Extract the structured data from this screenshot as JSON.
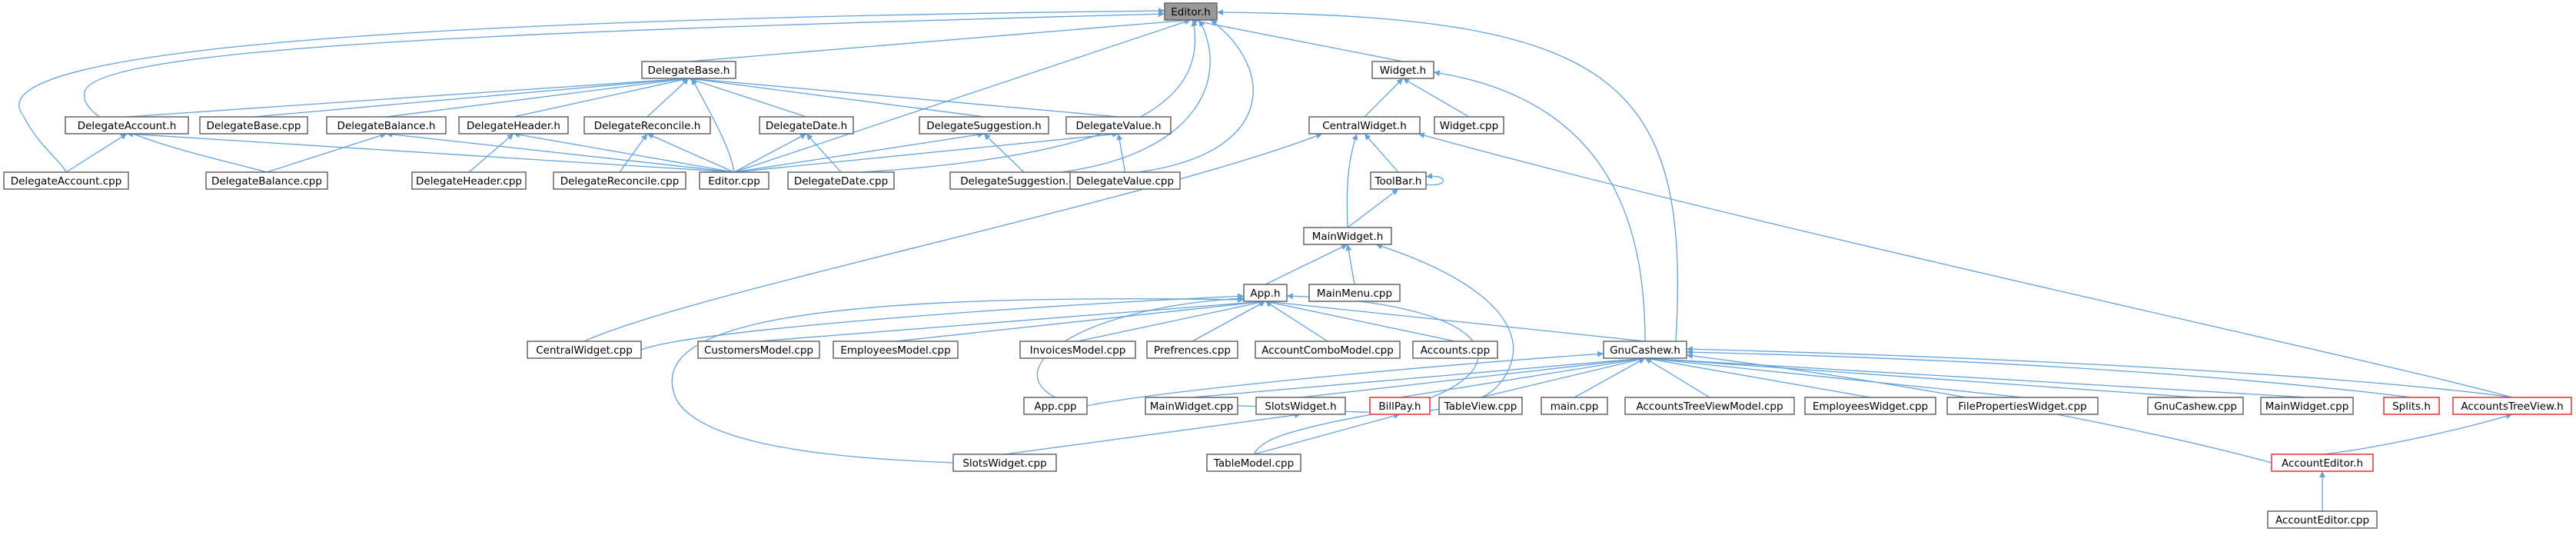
{
  "colors": {
    "edge": "#63a3df",
    "node_border": "#666666",
    "node_fill": "#ffffff",
    "node_text": "#000000",
    "root_fill": "#999999",
    "root_border": "#666666",
    "red_border": "#e03535"
  },
  "diagram": {
    "nodes": [
      {
        "id": "editor_h",
        "label": "Editor.h",
        "style": "root"
      },
      {
        "id": "delegatebase_h",
        "label": "DelegateBase.h"
      },
      {
        "id": "widget_h",
        "label": "Widget.h"
      },
      {
        "id": "delegateaccount_h",
        "label": "DelegateAccount.h"
      },
      {
        "id": "delegatebase_cpp",
        "label": "DelegateBase.cpp"
      },
      {
        "id": "delegatebalance_h",
        "label": "DelegateBalance.h"
      },
      {
        "id": "delegateheader_h",
        "label": "DelegateHeader.h"
      },
      {
        "id": "delegatereconcile_h",
        "label": "DelegateReconcile.h"
      },
      {
        "id": "delegatedate_h",
        "label": "DelegateDate.h"
      },
      {
        "id": "delegatesuggestion_h",
        "label": "DelegateSuggestion.h"
      },
      {
        "id": "delegatevalue_h",
        "label": "DelegateValue.h"
      },
      {
        "id": "centralwidget_h",
        "label": "CentralWidget.h"
      },
      {
        "id": "widget_cpp",
        "label": "Widget.cpp"
      },
      {
        "id": "delegateaccount_cpp",
        "label": "DelegateAccount.cpp"
      },
      {
        "id": "delegatebalance_cpp",
        "label": "DelegateBalance.cpp"
      },
      {
        "id": "delegateheader_cpp",
        "label": "DelegateHeader.cpp"
      },
      {
        "id": "delegatereconcile_cpp",
        "label": "DelegateReconcile.cpp"
      },
      {
        "id": "editor_cpp",
        "label": "Editor.cpp"
      },
      {
        "id": "delegatedate_cpp",
        "label": "DelegateDate.cpp"
      },
      {
        "id": "delegatesuggestion_cpp",
        "label": "DelegateSuggestion.cpp"
      },
      {
        "id": "delegatevalue_cpp",
        "label": "DelegateValue.cpp"
      },
      {
        "id": "toolbar_h",
        "label": "ToolBar.h"
      },
      {
        "id": "mainwidget_h",
        "label": "MainWidget.h"
      },
      {
        "id": "app_h",
        "label": "App.h"
      },
      {
        "id": "mainmenu_cpp",
        "label": "MainMenu.cpp"
      },
      {
        "id": "centralwidget_cpp",
        "label": "CentralWidget.cpp"
      },
      {
        "id": "customersmodel_cpp",
        "label": "CustomersModel.cpp"
      },
      {
        "id": "employeesmodel_cpp",
        "label": "EmployeesModel.cpp"
      },
      {
        "id": "invoicesmodel_cpp",
        "label": "InvoicesModel.cpp"
      },
      {
        "id": "prefrences_cpp",
        "label": "Prefrences.cpp"
      },
      {
        "id": "accountcombomodel_cpp",
        "label": "AccountComboModel.cpp"
      },
      {
        "id": "accounts_cpp",
        "label": "Accounts.cpp"
      },
      {
        "id": "gnucashew_h",
        "label": "GnuCashew.h"
      },
      {
        "id": "app_cpp",
        "label": "App.cpp"
      },
      {
        "id": "mainwidget_cpp_1",
        "label": "MainWidget.cpp"
      },
      {
        "id": "slotswidget_h",
        "label": "SlotsWidget.h"
      },
      {
        "id": "billpay_h",
        "label": "BillPay.h",
        "style": "red"
      },
      {
        "id": "tableview_cpp",
        "label": "TableView.cpp"
      },
      {
        "id": "main_cpp",
        "label": "main.cpp"
      },
      {
        "id": "accountstreeviewmodel_cpp",
        "label": "AccountsTreeViewModel.cpp"
      },
      {
        "id": "employeeswidget_cpp",
        "label": "EmployeesWidget.cpp"
      },
      {
        "id": "filepropertieswidget_cpp",
        "label": "FilePropertiesWidget.cpp"
      },
      {
        "id": "gnucashew_cpp",
        "label": "GnuCashew.cpp"
      },
      {
        "id": "mainwidget_cpp_2",
        "label": "MainWidget.cpp"
      },
      {
        "id": "splits_h",
        "label": "Splits.h",
        "style": "red"
      },
      {
        "id": "accountstreeview_h",
        "label": "AccountsTreeView.h",
        "style": "red"
      },
      {
        "id": "slotswidget_cpp",
        "label": "SlotsWidget.cpp"
      },
      {
        "id": "tablemodel_cpp",
        "label": "TableModel.cpp"
      },
      {
        "id": "accounteditor_h",
        "label": "AccountEditor.h",
        "style": "red"
      },
      {
        "id": "accounteditor_cpp",
        "label": "AccountEditor.cpp"
      }
    ],
    "edges": [
      [
        "editor_h",
        "delegatebase_h"
      ],
      [
        "editor_h",
        "widget_h"
      ],
      [
        "editor_h",
        "delegateaccount_cpp"
      ],
      [
        "editor_h",
        "delegatebalance_cpp"
      ],
      [
        "editor_h",
        "editor_cpp"
      ],
      [
        "editor_h",
        "delegatedate_cpp"
      ],
      [
        "editor_h",
        "delegatesuggestion_cpp"
      ],
      [
        "editor_h",
        "delegatevalue_cpp"
      ],
      [
        "editor_h",
        "gnucashew_h"
      ],
      [
        "delegatebase_h",
        "delegateaccount_h"
      ],
      [
        "delegatebase_h",
        "delegatebase_cpp"
      ],
      [
        "delegatebase_h",
        "delegatebalance_h"
      ],
      [
        "delegatebase_h",
        "delegateheader_h"
      ],
      [
        "delegatebase_h",
        "delegatereconcile_h"
      ],
      [
        "delegatebase_h",
        "delegatedate_h"
      ],
      [
        "delegatebase_h",
        "delegatesuggestion_h"
      ],
      [
        "delegatebase_h",
        "delegatevalue_h"
      ],
      [
        "delegatebase_h",
        "editor_cpp"
      ],
      [
        "delegateaccount_h",
        "delegateaccount_cpp"
      ],
      [
        "delegateaccount_h",
        "editor_cpp"
      ],
      [
        "delegatebalance_h",
        "delegatebalance_cpp"
      ],
      [
        "delegatebalance_h",
        "editor_cpp"
      ],
      [
        "delegateheader_h",
        "delegateheader_cpp"
      ],
      [
        "delegateheader_h",
        "editor_cpp"
      ],
      [
        "delegatereconcile_h",
        "delegatereconcile_cpp"
      ],
      [
        "delegatereconcile_h",
        "editor_cpp"
      ],
      [
        "delegatedate_h",
        "delegatedate_cpp"
      ],
      [
        "delegatedate_h",
        "editor_cpp"
      ],
      [
        "delegatesuggestion_h",
        "delegatesuggestion_cpp"
      ],
      [
        "delegatesuggestion_h",
        "editor_cpp"
      ],
      [
        "delegatevalue_h",
        "delegatevalue_cpp"
      ],
      [
        "delegatevalue_h",
        "editor_cpp"
      ],
      [
        "widget_h",
        "centralwidget_h"
      ],
      [
        "widget_h",
        "widget_cpp"
      ],
      [
        "widget_h",
        "gnucashew_h"
      ],
      [
        "centralwidget_h",
        "toolbar_h"
      ],
      [
        "centralwidget_h",
        "mainwidget_h"
      ],
      [
        "centralwidget_h",
        "centralwidget_cpp"
      ],
      [
        "centralwidget_h",
        "accountstreeview_h"
      ],
      [
        "toolbar_h",
        "mainwidget_h"
      ],
      [
        "toolbar_h",
        "toolbar_h"
      ],
      [
        "mainwidget_h",
        "app_h"
      ],
      [
        "mainwidget_h",
        "mainmenu_cpp"
      ],
      [
        "mainwidget_h",
        "mainwidget_cpp_1"
      ],
      [
        "app_h",
        "centralwidget_cpp"
      ],
      [
        "app_h",
        "customersmodel_cpp"
      ],
      [
        "app_h",
        "employeesmodel_cpp"
      ],
      [
        "app_h",
        "invoicesmodel_cpp"
      ],
      [
        "app_h",
        "prefrences_cpp"
      ],
      [
        "app_h",
        "accountcombomodel_cpp"
      ],
      [
        "app_h",
        "accounts_cpp"
      ],
      [
        "app_h",
        "gnucashew_h"
      ],
      [
        "app_h",
        "app_cpp"
      ],
      [
        "app_h",
        "slotswidget_cpp"
      ],
      [
        "app_h",
        "tablemodel_cpp"
      ],
      [
        "gnucashew_h",
        "app_cpp"
      ],
      [
        "gnucashew_h",
        "mainwidget_cpp_1"
      ],
      [
        "gnucashew_h",
        "slotswidget_h"
      ],
      [
        "gnucashew_h",
        "billpay_h"
      ],
      [
        "gnucashew_h",
        "tableview_cpp"
      ],
      [
        "gnucashew_h",
        "main_cpp"
      ],
      [
        "gnucashew_h",
        "accountstreeviewmodel_cpp"
      ],
      [
        "gnucashew_h",
        "employeeswidget_cpp"
      ],
      [
        "gnucashew_h",
        "filepropertieswidget_cpp"
      ],
      [
        "gnucashew_h",
        "gnucashew_cpp"
      ],
      [
        "gnucashew_h",
        "mainwidget_cpp_2"
      ],
      [
        "gnucashew_h",
        "splits_h"
      ],
      [
        "gnucashew_h",
        "accountstreeview_h"
      ],
      [
        "gnucashew_h",
        "accounteditor_h"
      ],
      [
        "slotswidget_h",
        "slotswidget_cpp"
      ],
      [
        "billpay_h",
        "tablemodel_cpp"
      ],
      [
        "accountstreeview_h",
        "accounteditor_h"
      ],
      [
        "accounteditor_h",
        "accounteditor_cpp"
      ]
    ]
  }
}
